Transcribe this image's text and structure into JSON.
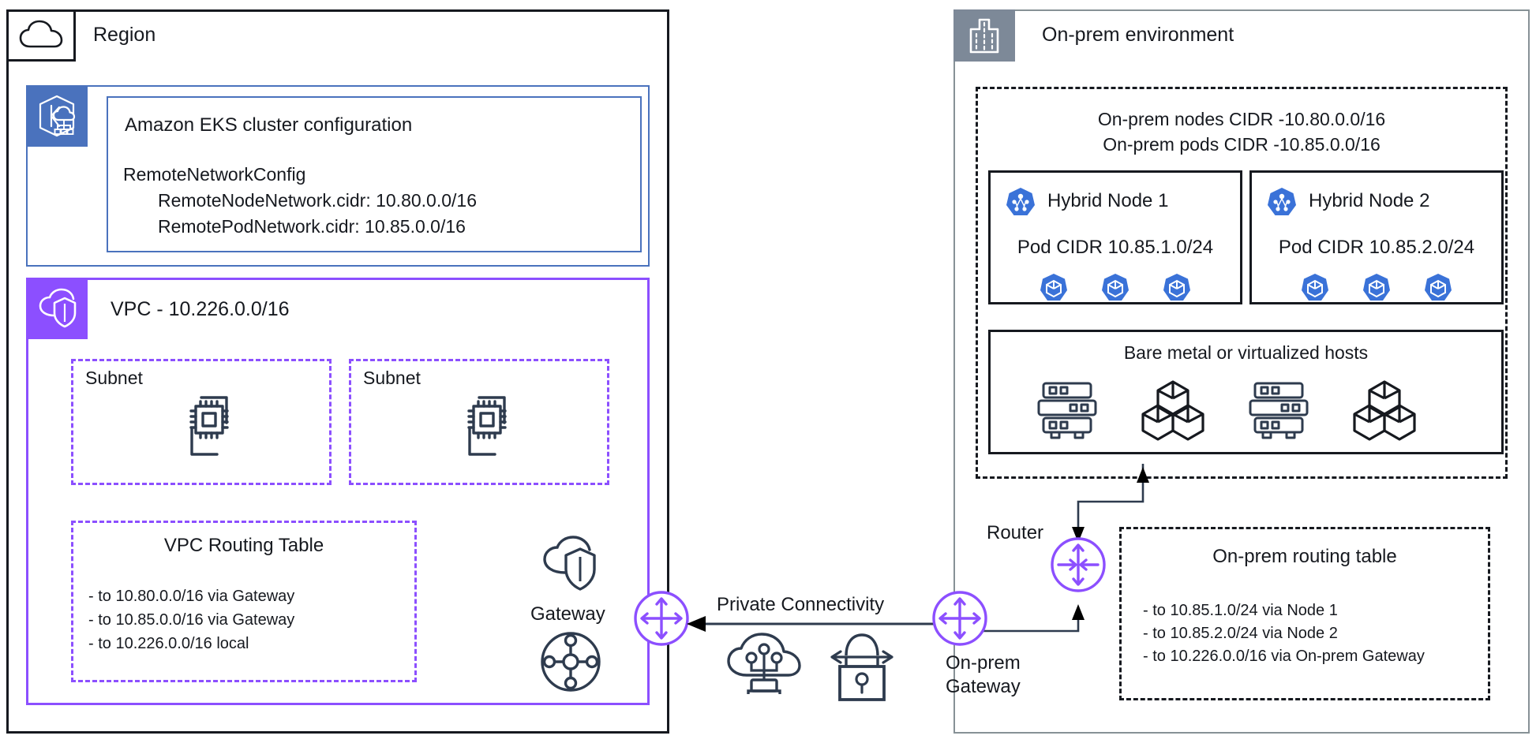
{
  "region": {
    "title": "Region",
    "icon": "cloud-region-icon"
  },
  "eks": {
    "icon": "amazon-eks-icon",
    "heading": "Amazon EKS cluster configuration",
    "config_label": "RemoteNetworkConfig",
    "config_lines": [
      "RemoteNodeNetwork.cidr: 10.80.0.0/16",
      "RemotePodNetwork.cidr: 10.85.0.0/16"
    ]
  },
  "vpc": {
    "icon": "vpc-shield-cloud-icon",
    "title": "VPC - 10.226.0.0/16",
    "subnets": [
      {
        "label": "Subnet",
        "icon": "instances-icon"
      },
      {
        "label": "Subnet",
        "icon": "instances-icon"
      }
    ],
    "routing_table": {
      "title": "VPC Routing Table",
      "rows": [
        "-  to 10.80.0.0/16 via Gateway",
        "-  to 10.85.0.0/16 via Gateway",
        "-  to 10.226.0.0/16 local"
      ]
    },
    "gateway": {
      "label": "Gateway",
      "cloud_icon": "cloud-shield-icon",
      "network_icon": "network-mesh-icon",
      "node_icon": "four-way-arrow-node-icon"
    }
  },
  "connectivity": {
    "label": "Private Connectivity",
    "arrow_icon": "double-headed-arrow-icon",
    "icons": [
      "direct-connect-cloud-icon",
      "vpn-lock-icon"
    ]
  },
  "onprem": {
    "title": "On-prem environment",
    "icon": "corporate-building-icon",
    "cidr_lines": [
      "On-prem nodes CIDR -10.80.0.0/16",
      "On-prem pods CIDR -10.85.0.0/16"
    ],
    "nodes": [
      {
        "title": "Hybrid Node 1",
        "icon": "kubernetes-node-icon",
        "pod_cidr": "Pod CIDR 10.85.1.0/24",
        "pods": [
          "pod-icon",
          "pod-icon",
          "pod-icon"
        ]
      },
      {
        "title": "Hybrid Node 2",
        "icon": "kubernetes-node-icon",
        "pod_cidr": "Pod CIDR 10.85.2.0/24",
        "pods": [
          "pod-icon",
          "pod-icon",
          "pod-icon"
        ]
      }
    ],
    "hosts": {
      "title": "Bare metal or virtualized hosts",
      "icons": [
        "server-rack-icon",
        "containers-icon",
        "server-rack-icon",
        "containers-icon"
      ]
    },
    "router": {
      "label": "Router",
      "node_icon": "router-arrow-node-icon"
    },
    "gateway": {
      "label_line1": "On-prem",
      "label_line2": "Gateway",
      "node_icon": "four-way-arrow-node-icon"
    },
    "routing_table": {
      "title": "On-prem routing table",
      "rows": [
        "-  to 10.85.1.0/24 via Node 1",
        "-  to 10.85.2.0/24 via Node 2",
        "-  to 10.226.0.0/16 via On-prem Gateway"
      ]
    }
  },
  "colors": {
    "aws_purple": "#8c4fff",
    "eks_blue": "#4a72bd",
    "onprem_gray": "#7d8998",
    "k8s_blue": "#3a72d8",
    "ink": "#16191f",
    "icon_ink": "#232f3e"
  }
}
